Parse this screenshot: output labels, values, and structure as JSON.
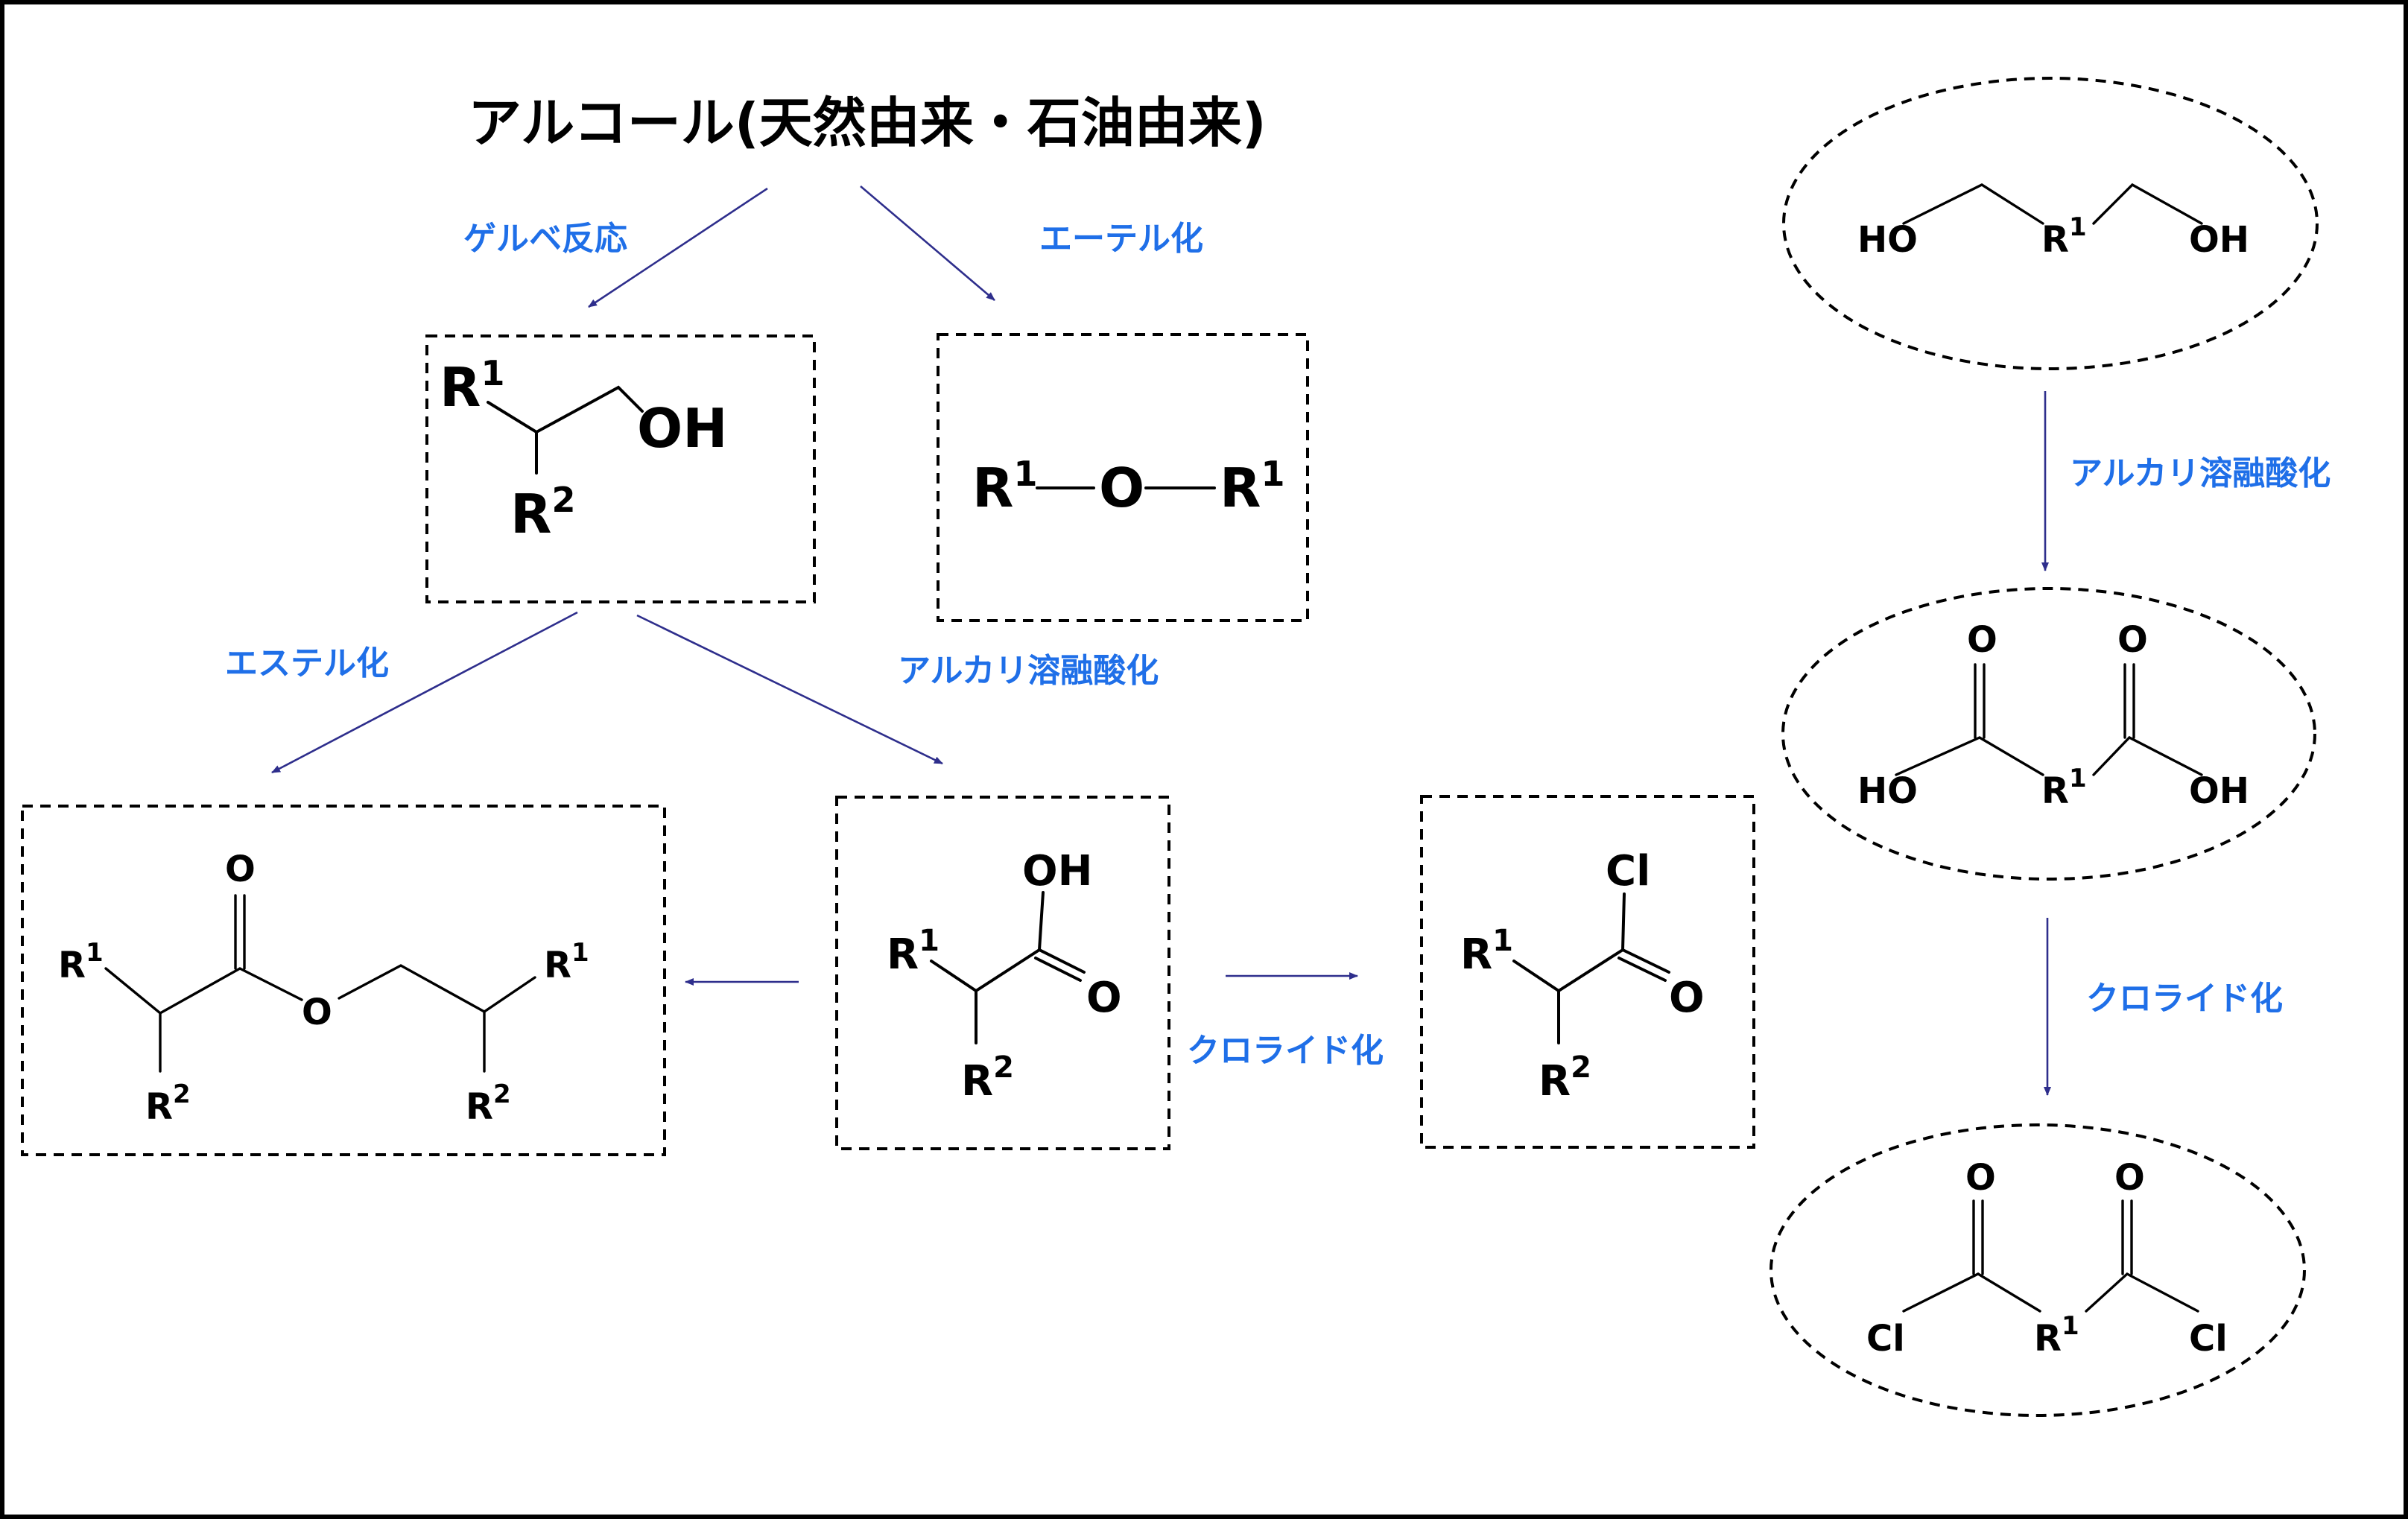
{
  "title": "アルコール(天然由来・石油由来)",
  "labels": {
    "guerbet": "ゲルベ反応",
    "etherification": "エーテル化",
    "esterification": "エステル化",
    "alkali_fusion_1": "アルカリ溶融酸化",
    "chloride_1": "クロライド化",
    "alkali_fusion_2": "アルカリ溶融酸化",
    "chloride_2": "クロライド化"
  },
  "atoms": {
    "R": "R",
    "one": "1",
    "two": "2",
    "O": "O",
    "OH": "OH",
    "HO": "HO",
    "Cl": "Cl"
  }
}
